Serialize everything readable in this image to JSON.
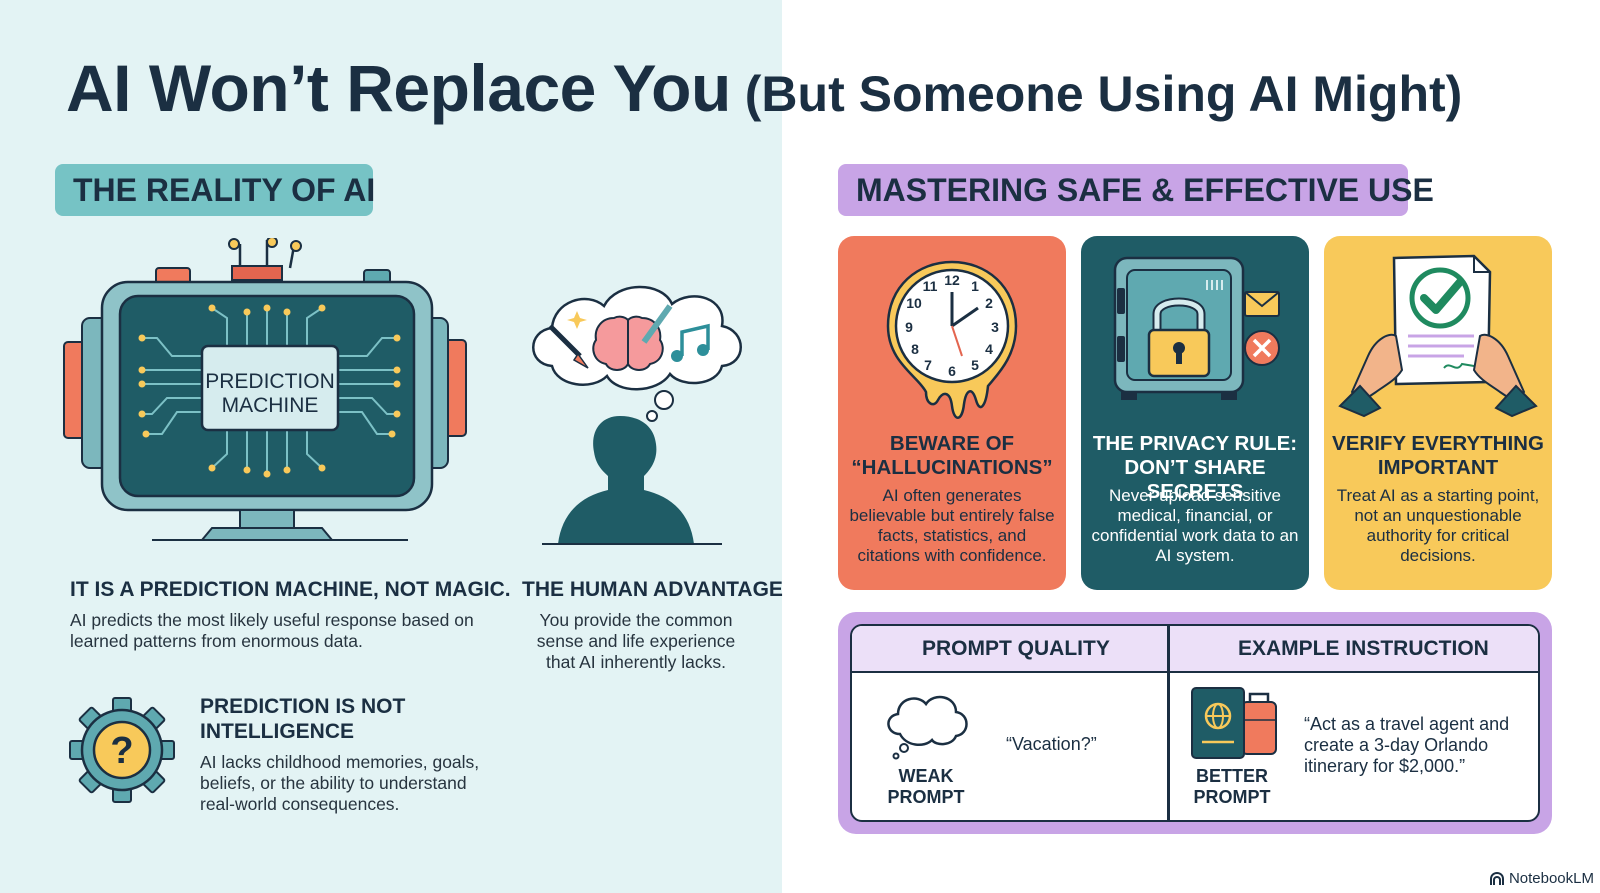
{
  "title": {
    "main": "AI Won’t Replace You",
    "sub": "(But Someone Using AI Might)"
  },
  "left": {
    "heading": "THE REALITY OF AI",
    "chip_label": "PREDICTION\nMACHINE",
    "prediction": {
      "title": "IT IS A PREDICTION MACHINE, NOT MAGIC.",
      "text": "AI predicts the most likely useful response based on learned patterns from enormous data."
    },
    "human": {
      "title": "THE HUMAN ADVANTAGE",
      "text": "You provide the common sense and life experience that AI inherently lacks."
    },
    "intelligence": {
      "title": "PREDICTION IS NOT INTELLIGENCE",
      "text": "AI lacks childhood memories, goals, beliefs, or the ability to understand real-world consequences."
    }
  },
  "right": {
    "heading": "MASTERING SAFE & EFFECTIVE USE",
    "cards": [
      {
        "title": "BEWARE OF “HALLUCINATIONS”",
        "text": "AI often generates believable but entirely false facts, statistics, and citations with confidence.",
        "icon": "melting-clock-icon",
        "color": "#f07a5d"
      },
      {
        "title": "THE PRIVACY RULE: DON’T SHARE SECRETS",
        "text": "Never upload sensitive medical, financial, or confidential work data to an AI system.",
        "icon": "locked-safe-icon",
        "color": "#1f5c66"
      },
      {
        "title": "VERIFY EVERYTHING IMPORTANT",
        "text": "Treat AI as a starting point, not an unquestionable authority for critical decisions.",
        "icon": "checked-document-icon",
        "color": "#f8c95a"
      }
    ],
    "prompt_table": {
      "col1": "PROMPT QUALITY",
      "col2": "EXAMPLE INSTRUCTION",
      "weak_label": "WEAK\nPROMPT",
      "weak_text": "“Vacation?”",
      "better_label": "BETTER\nPROMPT",
      "better_text": "“Act as a travel agent and create a 3-day Orlando itinerary for $2,000.”"
    }
  },
  "footer": {
    "brand": "NotebookLM"
  }
}
